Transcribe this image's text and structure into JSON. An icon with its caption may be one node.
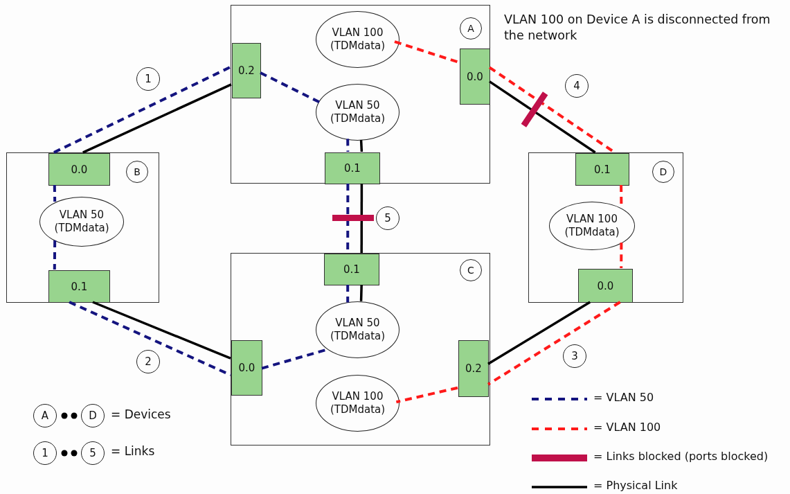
{
  "diagram": {
    "nodes": [
      {
        "text": [
          "A"
        ]
      },
      {
        "text": [
          "0.2"
        ],
        "in": 0
      },
      {
        "text": [
          "VLAN 100 (TDMdata)"
        ],
        "in": 0
      },
      {
        "text": [
          "0.0"
        ],
        "in": 0
      },
      {
        "text": [
          "VLAN 50 (TDMdata)"
        ],
        "in": 0
      },
      {
        "text": [
          "0.1"
        ],
        "in": 0
      },
      {
        "text": [
          "B"
        ]
      },
      {
        "text": [
          "0.0"
        ],
        "in": 6
      },
      {
        "text": [
          "VLAN 50 (TDMdata)"
        ],
        "in": 6
      },
      {
        "text": [
          "0.1"
        ],
        "in": 6
      },
      {
        "text": [
          "D"
        ]
      },
      {
        "text": [
          "0.1"
        ],
        "in": 10
      },
      {
        "text": [
          "VLAN 100 (TDMdata)"
        ],
        "in": 10
      },
      {
        "text": [
          "0.0"
        ],
        "in": 10
      },
      {
        "text": [
          "C"
        ]
      },
      {
        "text": [
          "0.1"
        ],
        "in": 14
      },
      {
        "text": [
          "VLAN 50 (TDMdata)"
        ],
        "in": 14
      },
      {
        "text": [
          "0.0"
        ],
        "in": 14
      },
      {
        "text": [
          "VLAN 100 (TDMdata)"
        ],
        "in": 14
      },
      {
        "text": [
          "0.2"
        ],
        "in": 14
      }
    ],
    "edges": [
      {
        "from": 7,
        "to": 1,
        "arrow": "none",
        "color": "#000000"
      },
      {
        "from": 7,
        "to": 1,
        "arrow": "none",
        "style": "dashed",
        "color": "#14147f"
      },
      {
        "from": 1,
        "to": 4,
        "arrow": "none",
        "style": "dashed",
        "color": "#14147f"
      },
      {
        "from": 2,
        "to": 3,
        "arrow": "none",
        "style": "dashed",
        "color": "#ff1a1a"
      },
      {
        "from": 3,
        "to": 11,
        "arrow": "none",
        "color": "#000000"
      },
      {
        "from": 3,
        "to": 11,
        "arrow": "none",
        "style": "dashed",
        "color": "#ff1a1a"
      },
      {
        "from": 11,
        "to": 12,
        "arrow": "none",
        "style": "dashed",
        "color": "#ff1a1a"
      },
      {
        "from": 12,
        "to": 13,
        "arrow": "none",
        "style": "dashed",
        "color": "#ff1a1a"
      },
      {
        "from": 13,
        "to": 19,
        "arrow": "none",
        "color": "#000000"
      },
      {
        "from": 13,
        "to": 19,
        "arrow": "none",
        "style": "dashed",
        "color": "#ff1a1a"
      },
      {
        "from": 19,
        "to": 18,
        "arrow": "none",
        "style": "dashed",
        "color": "#ff1a1a"
      },
      {
        "from": 9,
        "to": 17,
        "arrow": "none",
        "color": "#000000"
      },
      {
        "from": 9,
        "to": 17,
        "arrow": "none",
        "style": "dashed",
        "color": "#14147f"
      },
      {
        "from": 17,
        "to": 16,
        "arrow": "none",
        "style": "dashed",
        "color": "#14147f"
      },
      {
        "from": 7,
        "to": 8,
        "arrow": "none",
        "style": "dashed",
        "color": "#14147f"
      },
      {
        "from": 8,
        "to": 9,
        "arrow": "none",
        "style": "dashed",
        "color": "#14147f"
      },
      {
        "from": 4,
        "to": 5,
        "arrow": "none",
        "color": "#000000"
      },
      {
        "from": 4,
        "to": 5,
        "arrow": "none",
        "style": "dashed",
        "color": "#14147f"
      },
      {
        "from": 5,
        "to": 15,
        "arrow": "none",
        "color": "#000000"
      },
      {
        "from": 5,
        "to": 15,
        "arrow": "none",
        "style": "dashed",
        "color": "#14147f"
      },
      {
        "from": 15,
        "to": 16,
        "arrow": "none",
        "color": "#000000"
      },
      {
        "from": 15,
        "to": 16,
        "arrow": "none",
        "style": "dashed",
        "color": "#14147f"
      }
    ],
    "labels": [
      "VLAN 100 on Device A is disconnected from the network",
      "1",
      "4",
      "5",
      "2",
      "3",
      "A",
      "D",
      "= Devices",
      "1",
      "5",
      "= Links"
    ],
    "legend": [
      {
        "text": "= VLAN 50"
      },
      {
        "text": "= VLAN 100"
      },
      {
        "text": "= Links blocked (ports blocked)"
      },
      {
        "text": "= Physical Link"
      }
    ]
  }
}
